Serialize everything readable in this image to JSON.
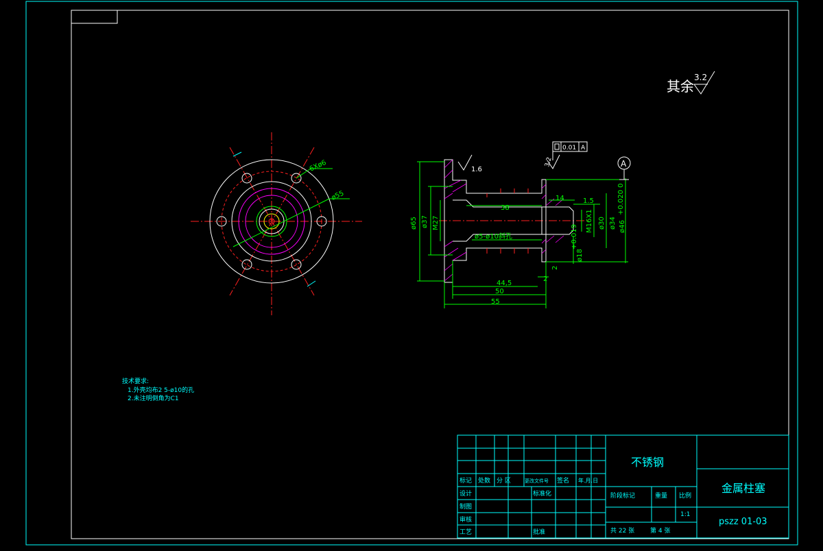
{
  "roughness_note": {
    "label": "其余",
    "value": "3.2"
  },
  "front_view": {
    "hole_pattern_label": "6Xø6",
    "outer_dia_label": "ø55"
  },
  "section_view": {
    "roughness_left": "1.6",
    "roughness_mid": "3.2",
    "tolerance_value": "0.01",
    "datum": "A",
    "datum_marker": "A",
    "dims": {
      "d65": "ø65",
      "d37": "ø37",
      "m27": "M27",
      "len38": "38",
      "len14": "14",
      "len1_5": "1.5",
      "m16": "M16X1",
      "d30": "ø30",
      "d34": "ø34",
      "d46": "ø46",
      "d46_tol": "+0.020 0",
      "holes": "ø5-ø10斜孔",
      "d18": "ø18",
      "d18_tol": "+0.019",
      "len2a": "2",
      "len2b": "2",
      "len44_5": "44,5",
      "len50": "50",
      "len55": "55"
    }
  },
  "tech_requirements": {
    "title": "技术要求:",
    "items": [
      "1.外壳均布2 5-ø10的孔",
      "2.未注明倒角为C1"
    ]
  },
  "title_block": {
    "material": "不锈钢",
    "part_name": "金属柱塞",
    "drawing_number": "pszz 01-03",
    "row_headers": [
      "标记",
      "处数",
      "分 区",
      "更改文件号",
      "签名",
      "年.月.日"
    ],
    "design": "设计",
    "standardize": "标准化",
    "draw": "制图",
    "review": "审核",
    "process": "工艺",
    "approve": "批准",
    "stage_mark": "阶段标记",
    "weight": "重量",
    "scale_label": "比例",
    "scale_value": "1:1",
    "sheets_total": "共 22 张",
    "sheet_no": "第 4 张"
  },
  "colors": {
    "frame": "#ffffff",
    "title_block": "#00ffff",
    "dimension": "#00ff00",
    "centerline": "#ff2020",
    "hatch": "#ff00ff"
  }
}
